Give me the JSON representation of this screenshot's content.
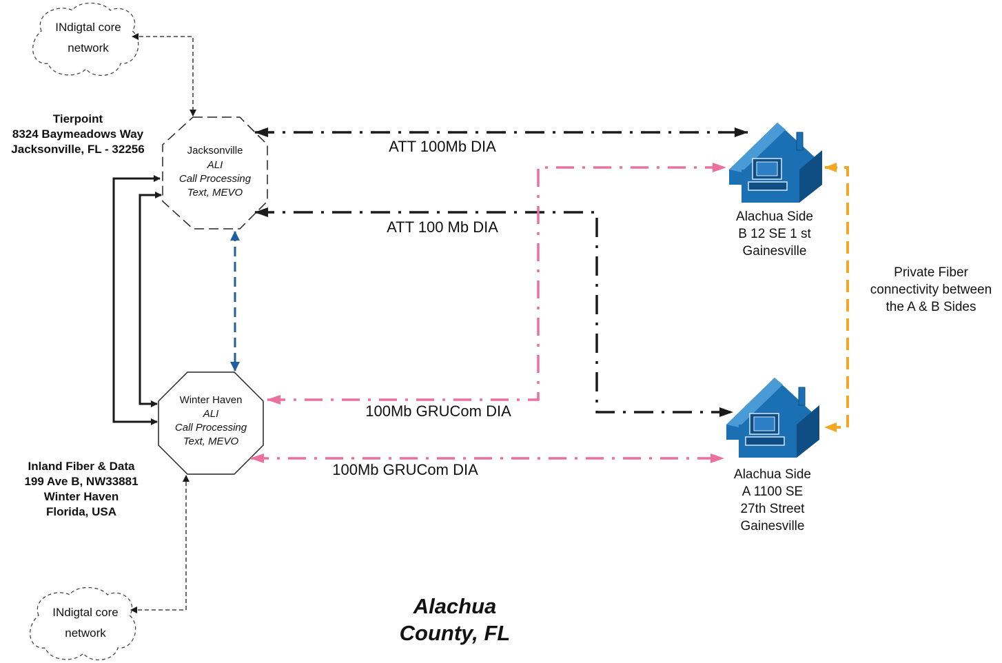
{
  "colors": {
    "black_link": "#1a1a1a",
    "pink_link": "#ec6f9c",
    "blue_link": "#1d5f9f",
    "orange_link": "#f5a623",
    "house_blue": "#1b6fb3",
    "house_dark": "#0f4e85"
  },
  "clouds": [
    {
      "line1": "INdigtal core",
      "line2": "network"
    },
    {
      "line1": "INdigtal core",
      "line2": "network"
    }
  ],
  "tierpoint": {
    "line1": "Tierpoint",
    "line2": "8324 Baymeadows Way",
    "line3": "Jacksonville, FL - 32256"
  },
  "inland": {
    "line1": "Inland Fiber & Data",
    "line2": "199 Ave B, NW33881",
    "line3": "Winter Haven",
    "line4": "Florida, USA"
  },
  "jacksonville": {
    "line1": "Jacksonville",
    "line2": "ALI",
    "line3": "Call Processing",
    "line4": "Text, MEVO"
  },
  "winter_haven": {
    "line1": "Winter Haven",
    "line2": "ALI",
    "line3": "Call Processing",
    "line4": "Text, MEVO"
  },
  "links": {
    "att1": "ATT 100Mb DIA",
    "att2": "ATT 100 Mb DIA",
    "gru1": "100Mb GRUCom DIA",
    "gru2": "100Mb GRUCom DIA"
  },
  "site_b": {
    "line1": "Alachua Side",
    "line2": "B 12 SE  1 st",
    "line3": "Gainesville"
  },
  "site_a": {
    "line1": "Alachua Side",
    "line2": "A  1100 SE",
    "line3": "27th Street",
    "line4": "Gainesville"
  },
  "private_fiber": {
    "line1": "Private Fiber",
    "line2": "connectivity between",
    "line3": "the A & B Sides"
  },
  "county": {
    "line1": "Alachua",
    "line2": "County, FL"
  }
}
